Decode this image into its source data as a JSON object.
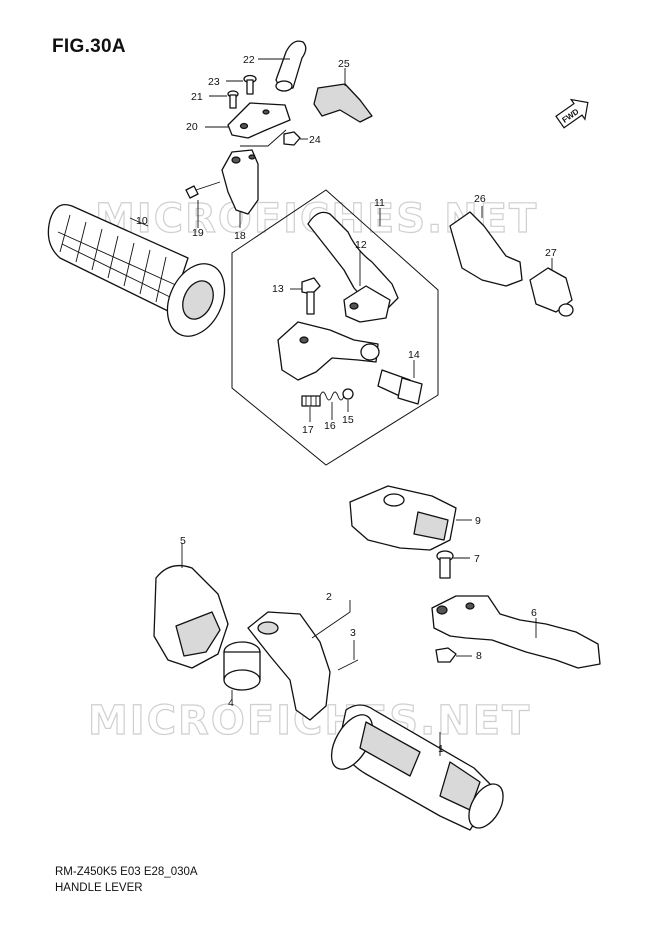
{
  "figure_title": "FIG.30A",
  "footer": {
    "code": "RM-Z450K5 E03 E28_030A",
    "name": "HANDLE LEVER"
  },
  "watermark": "MICROFICHES.NET",
  "fwd_label": "FWD",
  "callouts": {
    "c1": "1",
    "c2": "2",
    "c3": "3",
    "c4": "4",
    "c5": "5",
    "c6": "6",
    "c7": "7",
    "c8": "8",
    "c9": "9",
    "c10": "10",
    "c11": "11",
    "c12": "12",
    "c13": "13",
    "c14": "14",
    "c15": "15",
    "c16": "16",
    "c17": "17",
    "c18": "18",
    "c19": "19",
    "c20": "20",
    "c21": "21",
    "c22": "22",
    "c23": "23",
    "c24": "24",
    "c25": "25",
    "c26": "26",
    "c27": "27"
  }
}
